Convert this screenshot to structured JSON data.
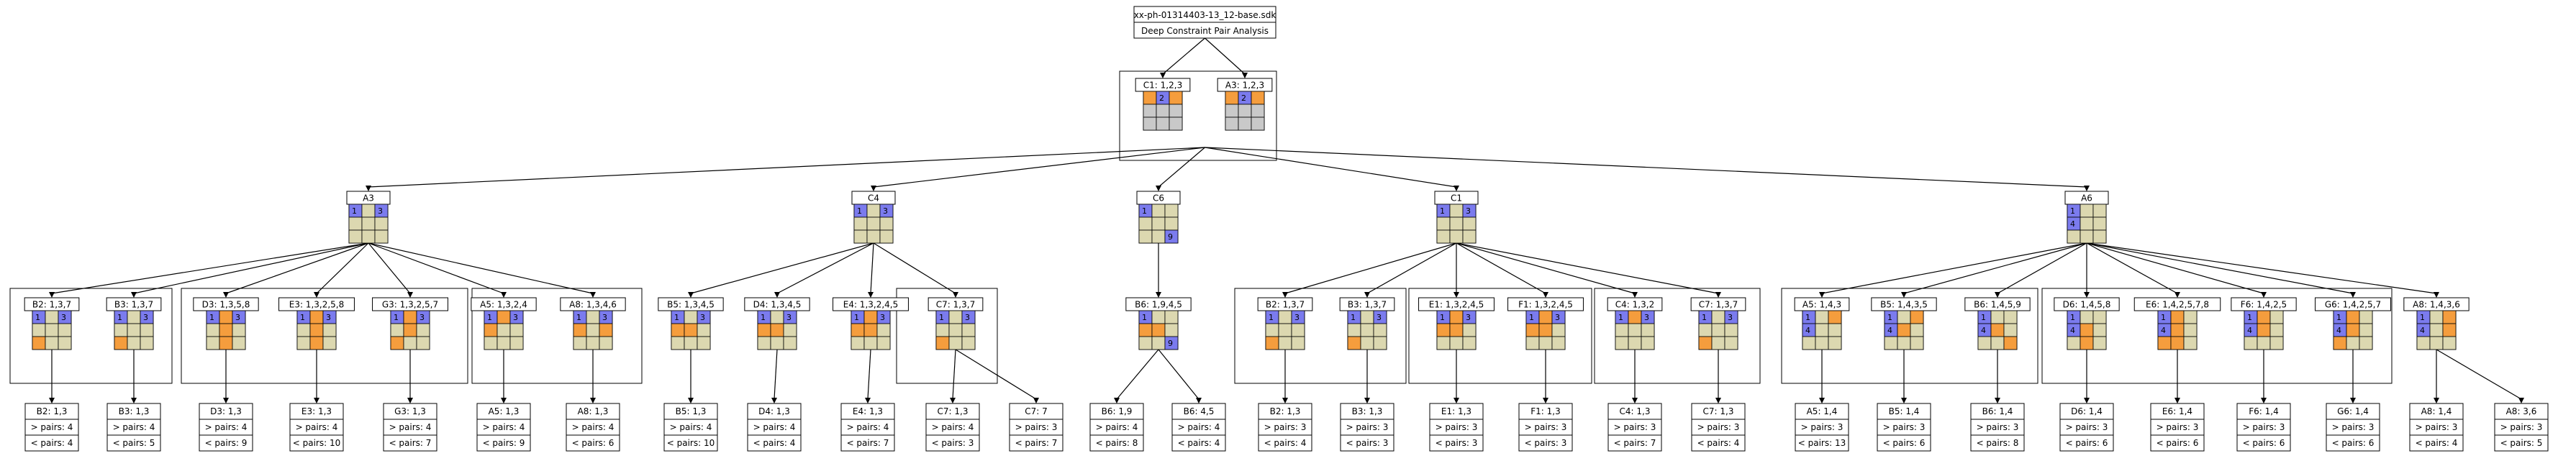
{
  "title": "xx-ph-01314403-13_12-base.sdk",
  "subtitle": "Deep Constraint Pair Analysis",
  "colors": {
    "blue": "#7b7bee",
    "orange": "#f59d3d",
    "tan": "#dcd8b0",
    "grey": "#c9c9c9",
    "line": "#000000"
  },
  "level1": [
    {
      "label": "C1: 1,2,3",
      "grid": [
        "O",
        "B2",
        "O",
        "",
        "",
        "",
        "",
        "",
        ""
      ],
      "palette": "grey"
    },
    {
      "label": "A3: 1,2,3",
      "grid": [
        "O",
        "B2",
        "O",
        "",
        "",
        "",
        "",
        "",
        ""
      ],
      "palette": "grey"
    }
  ],
  "level2": [
    {
      "label": "A3",
      "grid": [
        "B1",
        "",
        "B3",
        "",
        "",
        "",
        "",
        "",
        ""
      ]
    },
    {
      "label": "C4",
      "grid": [
        "B1",
        "",
        "B3",
        "",
        "",
        "",
        "",
        "",
        ""
      ]
    },
    {
      "label": "C6",
      "grid": [
        "B1",
        "",
        "",
        "",
        "",
        "",
        "",
        "",
        "B9"
      ]
    },
    {
      "label": "C1",
      "grid": [
        "B1",
        "",
        "B3",
        "",
        "",
        "",
        "",
        "",
        ""
      ]
    },
    {
      "label": "A6",
      "grid": [
        "B1",
        "",
        "",
        "B4",
        "",
        "",
        "",
        "",
        ""
      ]
    }
  ],
  "level3": [
    {
      "label": "B2: 1,3,7",
      "grid": [
        "B1",
        "",
        "B3",
        "",
        "",
        "",
        "O",
        "",
        ""
      ]
    },
    {
      "label": "B3: 1,3,7",
      "grid": [
        "B1",
        "",
        "B3",
        "",
        "",
        "",
        "O",
        "",
        ""
      ]
    },
    {
      "label": "D3: 1,3,5,8",
      "grid": [
        "B1",
        "O",
        "B3",
        "",
        "O",
        "",
        "",
        "O",
        ""
      ]
    },
    {
      "label": "E3: 1,3,2,5,8",
      "grid": [
        "B1",
        "O",
        "B3",
        "",
        "O",
        "",
        "",
        "O",
        ""
      ]
    },
    {
      "label": "G3: 1,3,2,5,7",
      "grid": [
        "B1",
        "O",
        "B3",
        "",
        "O",
        "",
        "O",
        "",
        ""
      ]
    },
    {
      "label": "A5: 1,3,2,4",
      "grid": [
        "B1",
        "O",
        "B3",
        "O",
        "",
        "",
        "",
        "",
        ""
      ]
    },
    {
      "label": "A8: 1,3,4,6",
      "grid": [
        "B1",
        "",
        "B3",
        "O",
        "",
        "O",
        "",
        "",
        ""
      ]
    },
    {
      "label": "B5: 1,3,4,5",
      "grid": [
        "B1",
        "",
        "B3",
        "O",
        "O",
        "",
        "",
        "",
        ""
      ]
    },
    {
      "label": "D4: 1,3,4,5",
      "grid": [
        "B1",
        "",
        "B3",
        "O",
        "O",
        "",
        "",
        "",
        ""
      ]
    },
    {
      "label": "E4: 1,3,2,4,5",
      "grid": [
        "B1",
        "O",
        "B3",
        "O",
        "O",
        "",
        "",
        "",
        ""
      ]
    },
    {
      "label": "C7: 1,3,7",
      "grid": [
        "B1",
        "",
        "B3",
        "",
        "",
        "",
        "O",
        "",
        ""
      ]
    },
    {
      "label": "B6: 1,9,4,5",
      "grid": [
        "B1",
        "",
        "",
        "O",
        "O",
        "",
        "",
        "",
        "B9"
      ]
    },
    {
      "label": "B2: 1,3,7",
      "grid": [
        "B1",
        "",
        "B3",
        "",
        "",
        "",
        "O",
        "",
        ""
      ]
    },
    {
      "label": "B3: 1,3,7",
      "grid": [
        "B1",
        "",
        "B3",
        "",
        "",
        "",
        "O",
        "",
        ""
      ]
    },
    {
      "label": "E1: 1,3,2,4,5",
      "grid": [
        "B1",
        "O",
        "B3",
        "O",
        "O",
        "",
        "",
        "",
        ""
      ]
    },
    {
      "label": "F1: 1,3,2,4,5",
      "grid": [
        "B1",
        "O",
        "B3",
        "O",
        "O",
        "",
        "",
        "",
        ""
      ]
    },
    {
      "label": "C4: 1,3,2",
      "grid": [
        "B1",
        "O",
        "B3",
        "",
        "",
        "",
        "",
        "",
        ""
      ]
    },
    {
      "label": "C7: 1,3,7",
      "grid": [
        "B1",
        "",
        "B3",
        "",
        "",
        "",
        "O",
        "",
        ""
      ]
    },
    {
      "label": "A5: 1,4,3",
      "grid": [
        "B1",
        "",
        "O",
        "B4",
        "",
        "",
        "",
        "",
        ""
      ]
    },
    {
      "label": "B5: 1,4,3,5",
      "grid": [
        "B1",
        "",
        "O",
        "B4",
        "O",
        "",
        "",
        "",
        ""
      ]
    },
    {
      "label": "B6: 1,4,5,9",
      "grid": [
        "B1",
        "",
        "",
        "B4",
        "O",
        "",
        "",
        "",
        "O"
      ]
    },
    {
      "label": "D6: 1,4,5,8",
      "grid": [
        "B1",
        "",
        "",
        "B4",
        "O",
        "",
        "",
        "O",
        ""
      ]
    },
    {
      "label": "E6: 1,4,2,5,7,8",
      "grid": [
        "B1",
        "O",
        "",
        "B4",
        "O",
        "",
        "O",
        "O",
        ""
      ]
    },
    {
      "label": "F6: 1,4,2,5",
      "grid": [
        "B1",
        "O",
        "",
        "B4",
        "O",
        "",
        "",
        "",
        ""
      ]
    },
    {
      "label": "G6: 1,4,2,5,7",
      "grid": [
        "B1",
        "O",
        "",
        "B4",
        "O",
        "",
        "O",
        "",
        ""
      ]
    },
    {
      "label": "A8: 1,4,3,6",
      "grid": [
        "B1",
        "",
        "O",
        "B4",
        "",
        "O",
        "",
        "",
        ""
      ]
    }
  ],
  "level4": [
    [
      "B2: 1,3",
      "> pairs: 4",
      "< pairs: 4"
    ],
    [
      "B3: 1,3",
      "> pairs: 4",
      "< pairs: 5"
    ],
    [
      "D3: 1,3",
      "> pairs: 4",
      "< pairs: 9"
    ],
    [
      "E3: 1,3",
      "> pairs: 4",
      "< pairs: 10"
    ],
    [
      "G3: 1,3",
      "> pairs: 4",
      "< pairs: 7"
    ],
    [
      "A5: 1,3",
      "> pairs: 4",
      "< pairs: 9"
    ],
    [
      "A8: 1,3",
      "> pairs: 4",
      "< pairs: 6"
    ],
    [
      "B5: 1,3",
      "> pairs: 4",
      "< pairs: 10"
    ],
    [
      "D4: 1,3",
      "> pairs: 4",
      "< pairs: 4"
    ],
    [
      "E4: 1,3",
      "> pairs: 4",
      "< pairs: 7"
    ],
    [
      "C7: 1,3",
      "> pairs: 4",
      "< pairs: 3"
    ],
    [
      "C7: 7",
      "> pairs: 3",
      "< pairs: 7"
    ],
    [
      "B6: 1,9",
      "> pairs: 4",
      "< pairs: 8"
    ],
    [
      "B6: 4,5",
      "> pairs: 4",
      "< pairs: 4"
    ],
    [
      "B2: 1,3",
      "> pairs: 3",
      "< pairs: 4"
    ],
    [
      "B3: 1,3",
      "> pairs: 3",
      "< pairs: 3"
    ],
    [
      "E1: 1,3",
      "> pairs: 3",
      "< pairs: 3"
    ],
    [
      "F1: 1,3",
      "> pairs: 3",
      "< pairs: 3"
    ],
    [
      "C4: 1,3",
      "> pairs: 3",
      "< pairs: 7"
    ],
    [
      "C7: 1,3",
      "> pairs: 3",
      "< pairs: 4"
    ],
    [
      "A5: 1,4",
      "> pairs: 3",
      "< pairs: 13"
    ],
    [
      "B5: 1,4",
      "> pairs: 3",
      "< pairs: 6"
    ],
    [
      "B6: 1,4",
      "> pairs: 3",
      "< pairs: 8"
    ],
    [
      "D6: 1,4",
      "> pairs: 3",
      "< pairs: 6"
    ],
    [
      "E6: 1,4",
      "> pairs: 3",
      "< pairs: 6"
    ],
    [
      "F6: 1,4",
      "> pairs: 3",
      "< pairs: 6"
    ],
    [
      "G6: 1,4",
      "> pairs: 3",
      "< pairs: 6"
    ],
    [
      "A8: 1,4",
      "> pairs: 3",
      "< pairs: 4"
    ],
    [
      "A8: 3,6",
      "> pairs: 3",
      "< pairs: 5"
    ]
  ]
}
